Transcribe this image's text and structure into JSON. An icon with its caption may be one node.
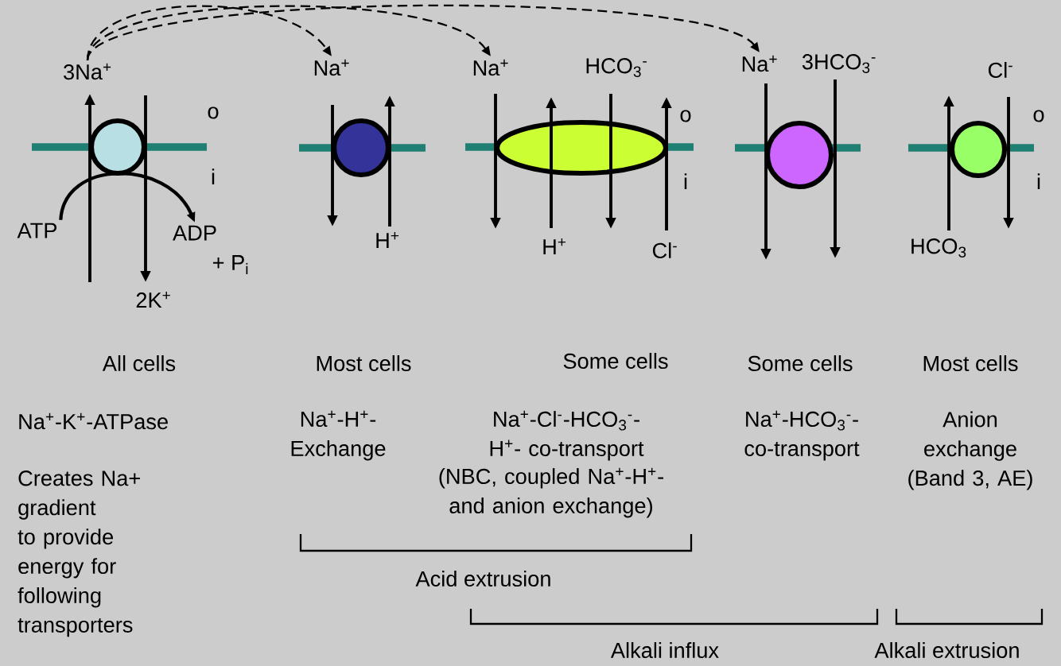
{
  "diagram": {
    "nodes": [
      {
        "text": [
          "3Na$^{+}$"
        ]
      },
      {
        "text": [
          "ATP"
        ]
      },
      {
        "text": [
          "ADP"
        ]
      },
      {
        "text": [
          "Na$^{+}$"
        ]
      },
      {
        "text": [
          "Na$^{+}$"
        ]
      },
      {
        "text": [
          "Na$^{+}$"
        ]
      },
      {
        "text": [],
        "shape": "circle"
      },
      {
        "text": [],
        "shape": "circle"
      },
      {
        "text": [],
        "shape": "ellipse"
      },
      {
        "text": [],
        "shape": "circle"
      },
      {
        "text": [],
        "shape": "circle"
      }
    ],
    "edges": [
      {
        "from": 0,
        "to": 3,
        "arrow": "to",
        "style": "dashed"
      },
      {
        "from": 0,
        "to": 4,
        "arrow": "to",
        "style": "dashed"
      },
      {
        "from": 0,
        "to": 5,
        "arrow": "to",
        "style": "dashed"
      },
      {
        "from": 1,
        "to": 2,
        "arrow": "to"
      }
    ],
    "labels": [
      "HCO$_{3}$$^{-}$",
      "3HCO$_{3}$$^{-}$",
      "Cl$^{-}$",
      "o",
      "o",
      "o",
      "i",
      "i",
      "i",
      "H$^{+}$",
      "H$^{+}$",
      "Cl$^{-}$",
      "HCO$_{3}$",
      "+ P$_{i}$",
      "2K$^{+}$",
      "All cells",
      "Most cells",
      "Some cells",
      "Some cells",
      "Most cells",
      "Na$^{+}$-K$^{+}$-ATPase",
      "Na$^{+}$-H$^{+}$- Exchange",
      "Na$^{+}$-Cl$^{-}$-HCO$_{3}$$^{-}$-H$^{+}$- co-transport",
      "Na$^{+}$-HCO$_{3}$$^{-}$- co-transport",
      "Anion exchange (Band 3, AE)",
      "Creates Na+ gradient to provide energy for following transporters",
      "(NBC, coupled Na$^{+}$-H$^{+}$- and anion exchange)",
      "Acid extrusion",
      "Alkali influx",
      "Alkali extrusion"
    ]
  }
}
